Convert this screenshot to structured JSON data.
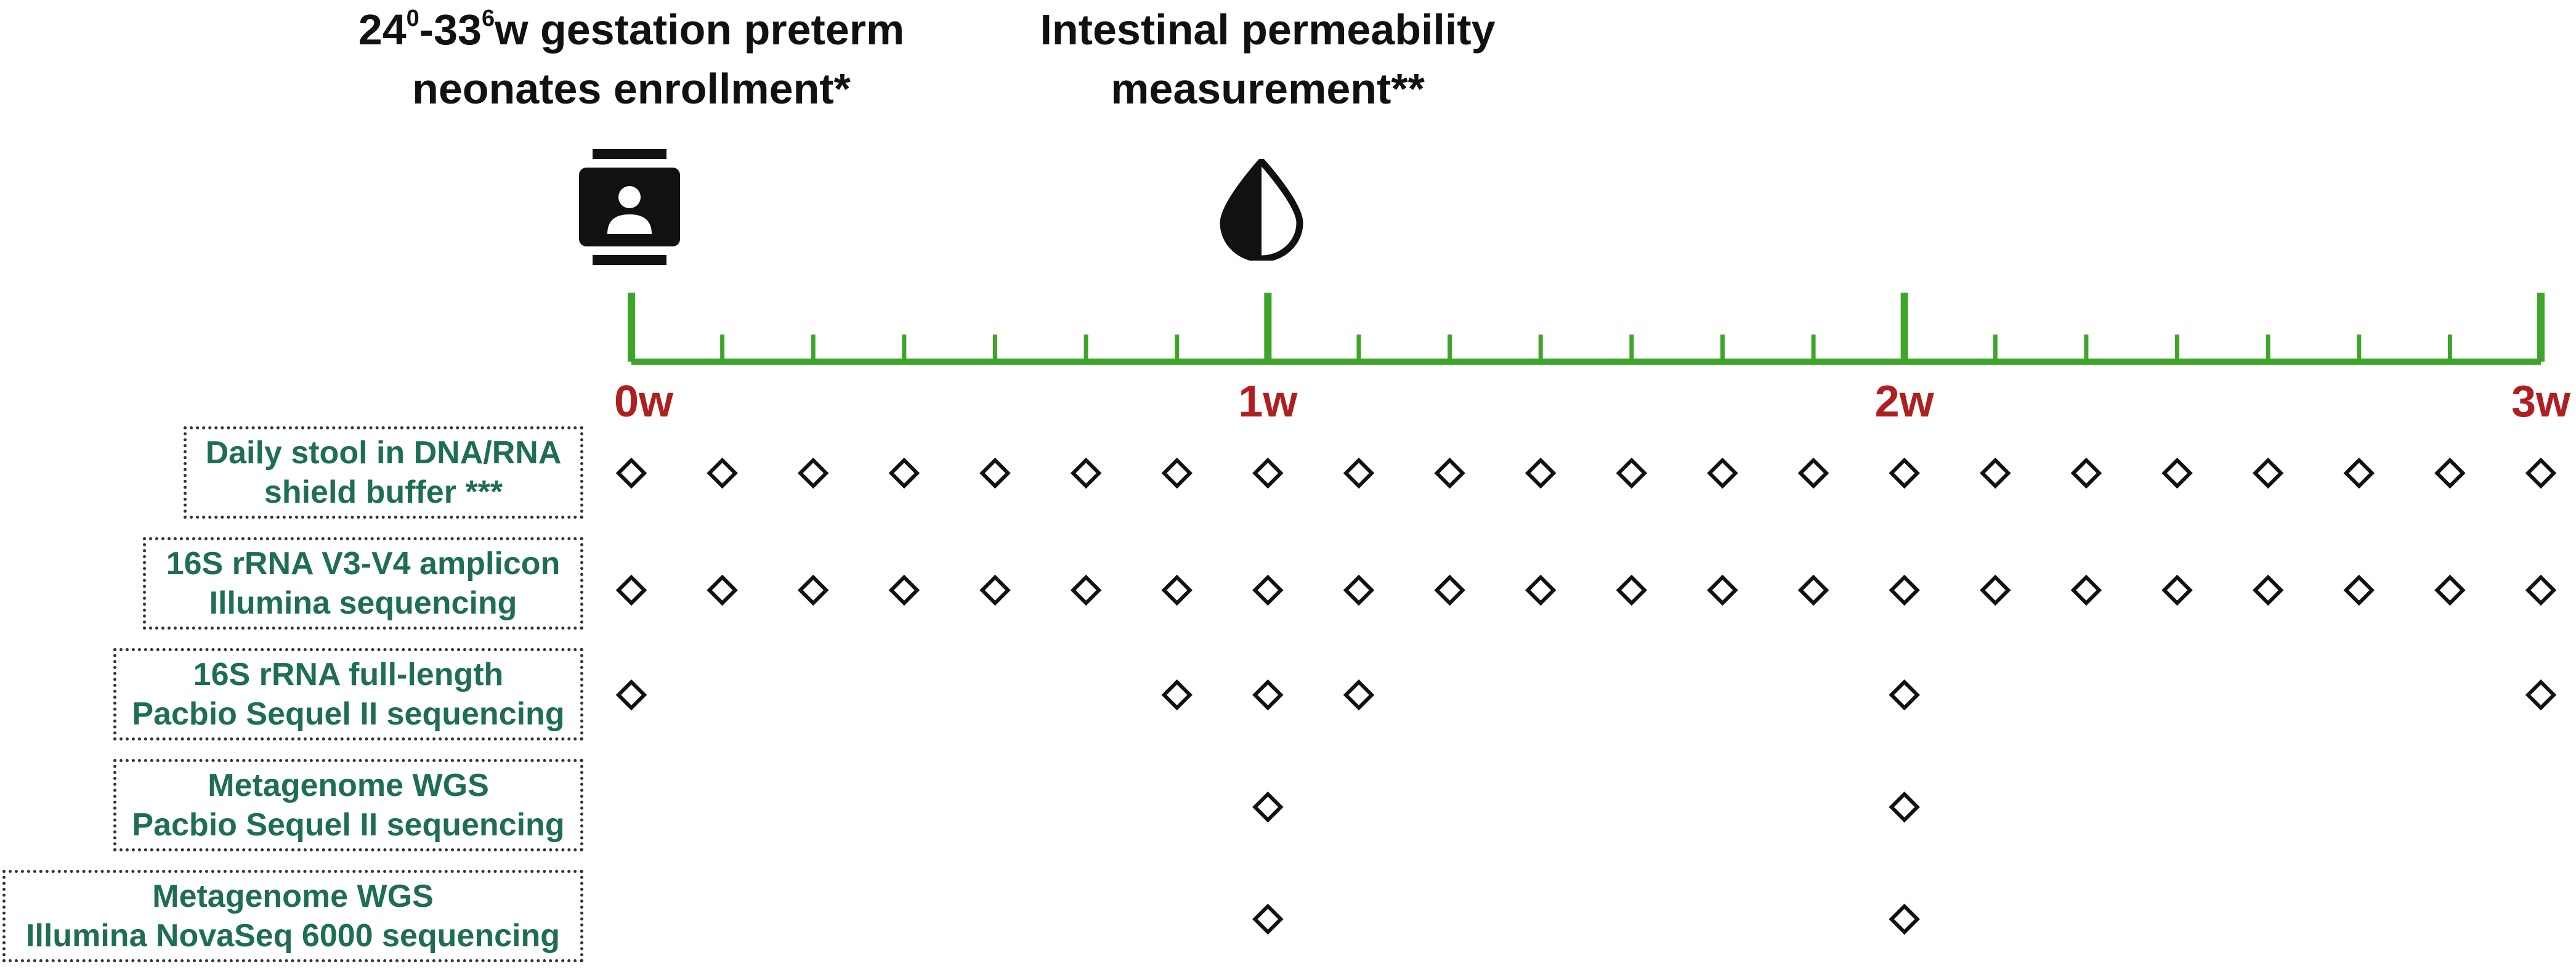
{
  "colors": {
    "timeline": "#3fa52a",
    "week_label": "#b01f1f",
    "method_text": "#1e6e52",
    "heading_text": "#111111",
    "marker_stroke": "#111111"
  },
  "headings": {
    "enrollment": {
      "part1": "24",
      "sup1": "0",
      "part2": "-33",
      "sup2": "6",
      "part3": "w gestation preterm",
      "line2": "neonates enrollment*"
    },
    "permeability": {
      "line1": "Intestinal permeability",
      "line2": "measurement**"
    }
  },
  "icons": {
    "enrollment": "contact-card-icon",
    "permeability": "half-drop-icon"
  },
  "timeline": {
    "days_total": 21,
    "major_ticks": [
      {
        "day": 0,
        "label": "0w"
      },
      {
        "day": 7,
        "label": "1w"
      },
      {
        "day": 14,
        "label": "2w"
      },
      {
        "day": 21,
        "label": "3w"
      }
    ]
  },
  "rows": [
    {
      "line1": "Daily stool in DNA/RNA",
      "line2": "shield buffer ***",
      "days": [
        0,
        1,
        2,
        3,
        4,
        5,
        6,
        7,
        8,
        9,
        10,
        11,
        12,
        13,
        14,
        15,
        16,
        17,
        18,
        19,
        20,
        21
      ]
    },
    {
      "line1": "16S rRNA V3-V4 amplicon",
      "line2": "Illumina sequencing",
      "days": [
        0,
        1,
        2,
        3,
        4,
        5,
        6,
        7,
        8,
        9,
        10,
        11,
        12,
        13,
        14,
        15,
        16,
        17,
        18,
        19,
        20,
        21
      ]
    },
    {
      "line1": "16S rRNA full-length",
      "line2": "Pacbio Sequel II sequencing",
      "days": [
        0,
        6,
        7,
        8,
        14,
        21
      ]
    },
    {
      "line1": "Metagenome WGS",
      "line2": "Pacbio Sequel II sequencing",
      "days": [
        7,
        14
      ]
    },
    {
      "line1": "Metagenome WGS",
      "line2": "Illumina NovaSeq 6000 sequencing",
      "days": [
        7,
        14
      ]
    }
  ]
}
